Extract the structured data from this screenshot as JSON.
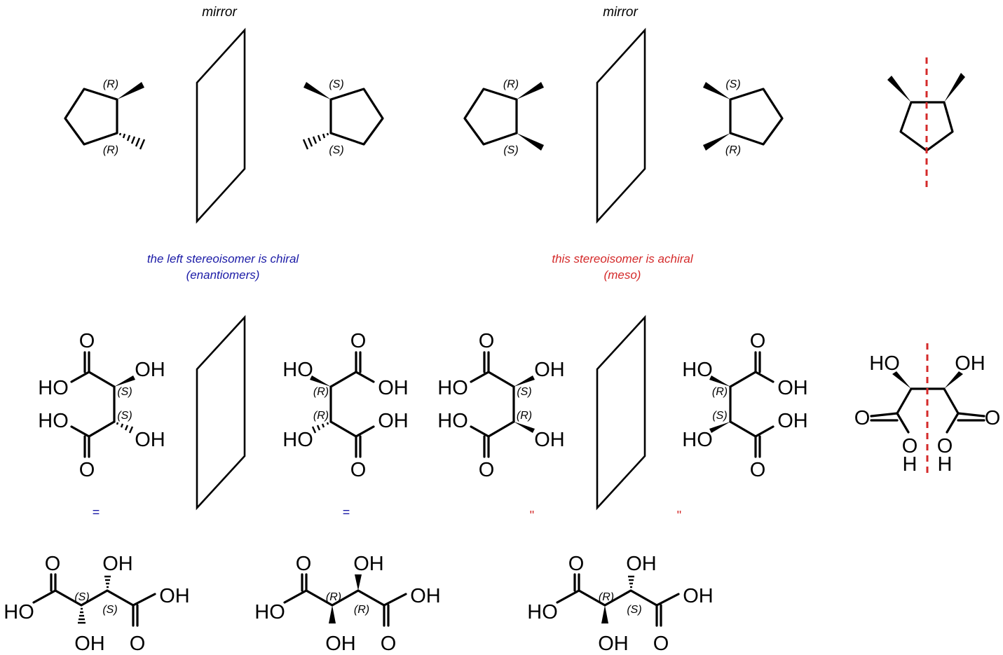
{
  "mirror_labels": [
    "mirror",
    "mirror"
  ],
  "captions": {
    "chiral_line1": "the left stereoisomer is chiral",
    "chiral_line2": "(enantiomers)",
    "achiral_line1": "this stereoisomer is achiral",
    "achiral_line2": "(meso)"
  },
  "stereo_labels": {
    "R": "(R)",
    "S": "(S)"
  },
  "atoms": {
    "HO": "HO",
    "OH": "OH",
    "O": "O",
    "H": "H"
  },
  "equals": {
    "blue": "=",
    "red": "\""
  },
  "colors": {
    "chiral": "#1a1aa6",
    "achiral": "#d42a2a",
    "symmetry_line": "#d42a2a"
  }
}
